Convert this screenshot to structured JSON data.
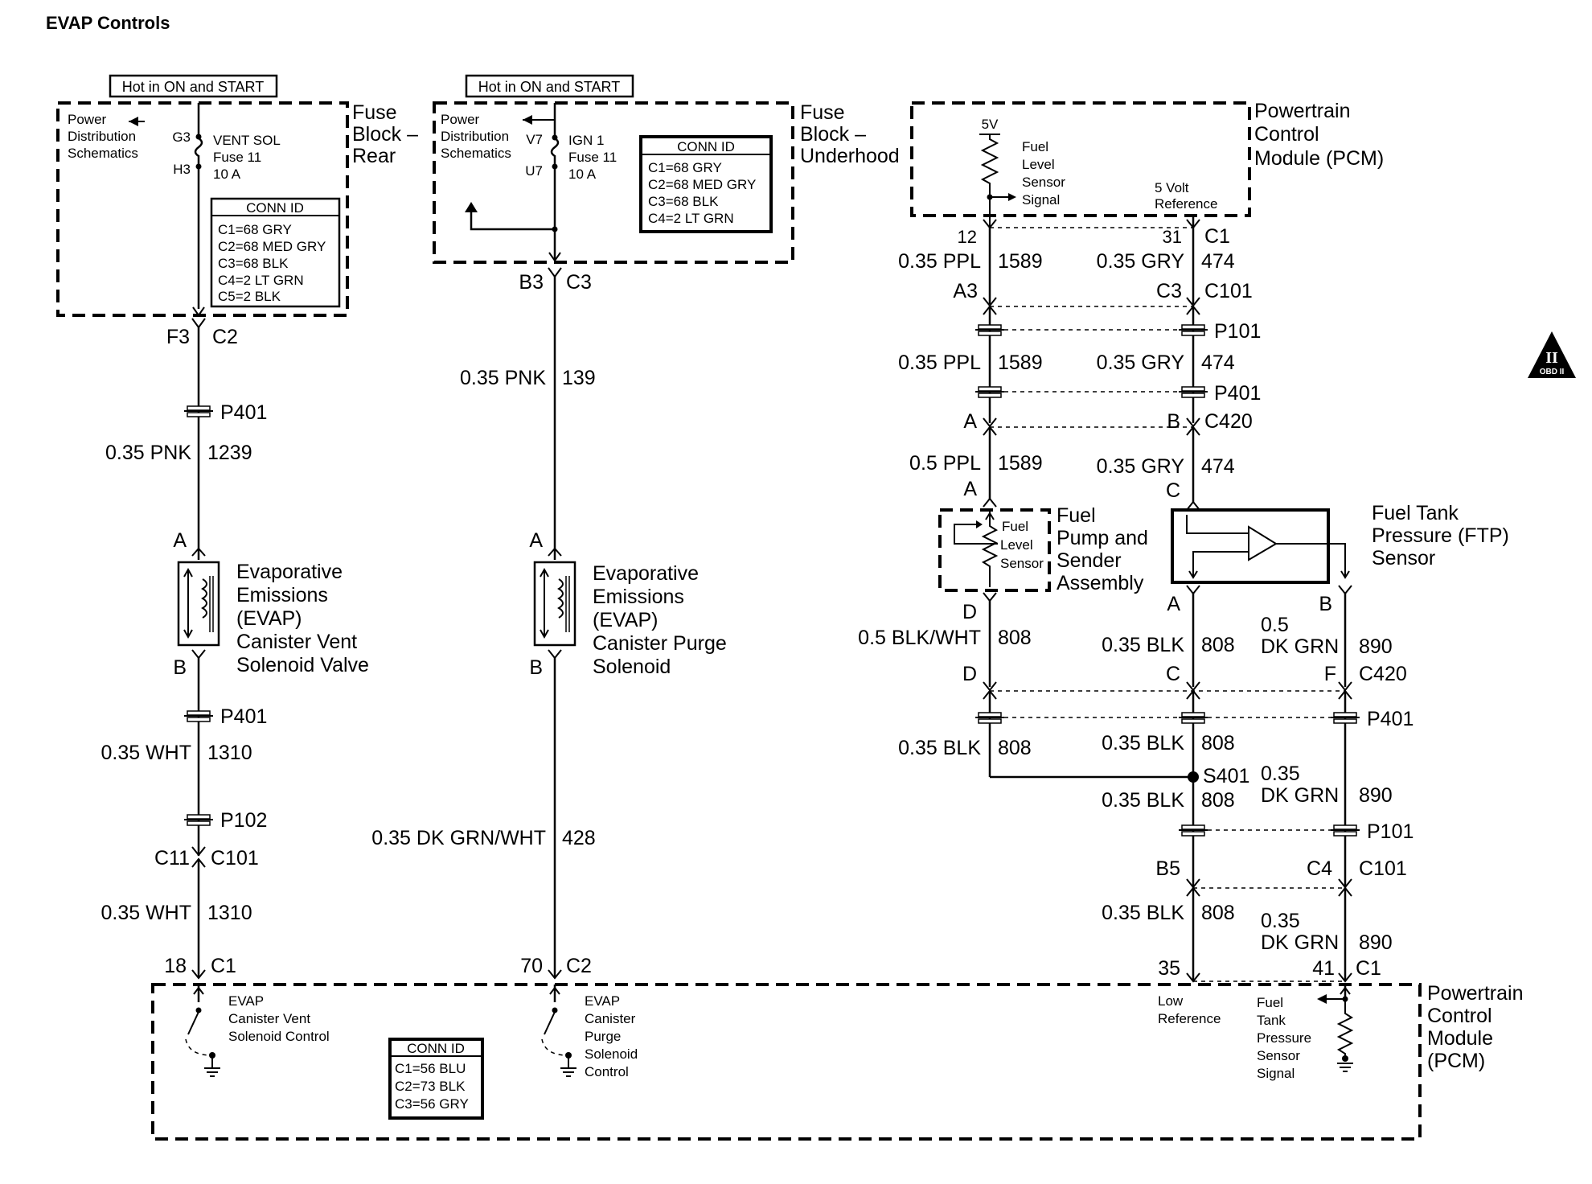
{
  "title": "EVAP Controls",
  "hot_labels": [
    "Hot in ON and START",
    "Hot in ON and START"
  ],
  "fuse_rear": {
    "name_lines": [
      "Fuse",
      "Block –",
      "Rear"
    ],
    "pds_lines": [
      "Power",
      "Distribution",
      "Schematics"
    ],
    "pin_top": "G3",
    "pin_bottom": "H3",
    "fuse_lines": [
      "VENT SOL",
      "Fuse 11",
      "10 A"
    ],
    "conn_title": "CONN ID",
    "conn_rows": [
      "C1=68 GRY",
      "C2=68 MED GRY",
      "C3=68 BLK",
      "C4=2 LT GRN",
      "C5=2 BLK"
    ],
    "out_pin": "F3",
    "out_conn": "C2"
  },
  "fuse_under": {
    "name_lines": [
      "Fuse",
      "Block –",
      "Underhood"
    ],
    "pds_lines": [
      "Power",
      "Distribution",
      "Schematics"
    ],
    "pin_top": "V7",
    "pin_bottom": "U7",
    "fuse_lines": [
      "IGN 1",
      "Fuse 11",
      "10 A"
    ],
    "conn_title": "CONN ID",
    "conn_rows": [
      "C1=68 GRY",
      "C2=68 MED GRY",
      "C3=68 BLK",
      "C4=2 LT GRN"
    ],
    "out_pin": "B3",
    "out_conn": "C3"
  },
  "pcm_top": {
    "name_lines": [
      "Powertrain",
      "Control",
      "Module (PCM)"
    ],
    "v5": "5V",
    "sensor_lines": [
      "Fuel",
      "Level",
      "Sensor",
      "Signal"
    ],
    "ref_lines": [
      "5 Volt",
      "Reference"
    ],
    "pin_left": "12",
    "pin_right": "31",
    "conn": "C1"
  },
  "vent_circuit": {
    "wire1": {
      "gauge": "0.35 PNK",
      "circuit": "1239"
    },
    "inline1": "P401",
    "pin_a": "A",
    "pin_b": "B",
    "component_lines": [
      "Evaporative",
      "Emissions",
      "(EVAP)",
      "Canister Vent",
      "Solenoid Valve"
    ],
    "inline2": "P401",
    "wire2": {
      "gauge": "0.35 WHT",
      "circuit": "1310"
    },
    "inline3": "P102",
    "c101_pin": "C11",
    "c101": "C101",
    "wire3": {
      "gauge": "0.35 WHT",
      "circuit": "1310"
    },
    "pcm_pin": "18",
    "pcm_conn": "C1"
  },
  "purge_circuit": {
    "wire1": {
      "gauge": "0.35 PNK",
      "circuit": "139"
    },
    "pin_a": "A",
    "pin_b": "B",
    "component_lines": [
      "Evaporative",
      "Emissions",
      "(EVAP)",
      "Canister Purge",
      "Solenoid"
    ],
    "wire2": {
      "gauge": "0.35 DK GRN/WHT",
      "circuit": "428"
    },
    "pcm_pin": "70",
    "pcm_conn": "C2"
  },
  "fuel_level": {
    "w1": {
      "gauge": "0.35 PPL",
      "circuit": "1589"
    },
    "c101_pin": "A3",
    "p101": "P101",
    "w2": {
      "gauge": "0.35 PPL",
      "circuit": "1589"
    },
    "p401": "P401",
    "c420_pin": "A",
    "w3": {
      "gauge": "0.5 PPL",
      "circuit": "1589"
    },
    "sensor_pin": "A",
    "sensor_lines": [
      "Fuel",
      "Level",
      "Sensor"
    ],
    "assembly_lines": [
      "Fuel",
      "Pump and",
      "Sender",
      "Assembly"
    ],
    "pin_d": "D",
    "w4": {
      "gauge": "0.5 BLK/WHT",
      "circuit": "808"
    },
    "c420_pin_d": "D",
    "w5": {
      "gauge": "0.35 BLK",
      "circuit": "808"
    }
  },
  "ftp_ref": {
    "w1": {
      "gauge": "0.35 GRY",
      "circuit": "474"
    },
    "c101_pin": "C3",
    "c101": "C101",
    "w2": {
      "gauge": "0.35 GRY",
      "circuit": "474"
    },
    "c420_pin": "B",
    "c420": "C420",
    "w3": {
      "gauge": "0.35 GRY",
      "circuit": "474"
    },
    "sensor_pin": "C"
  },
  "ftp_sensor": {
    "name_lines": [
      "Fuel Tank",
      "Pressure (FTP)",
      "Sensor"
    ],
    "pin_a": "A",
    "pin_b": "B"
  },
  "ground_chain": {
    "w1": {
      "gauge": "0.35 BLK",
      "circuit": "808"
    },
    "c420_pin": "C",
    "w2": {
      "gauge": "0.35 BLK",
      "circuit": "808"
    },
    "splice": "S401",
    "w3": {
      "gauge": "0.35 BLK",
      "circuit": "808"
    },
    "c101_pin": "B5",
    "w4": {
      "gauge": "0.35 BLK",
      "circuit": "808"
    },
    "pcm_pin": "35"
  },
  "ftp_signal": {
    "w1": {
      "gauge_lines": [
        "0.5",
        "DK GRN"
      ],
      "circuit": "890"
    },
    "c420_pin": "F",
    "c420": "C420",
    "p401": "P401",
    "w2": {
      "gauge_lines": [
        "0.35",
        "DK GRN"
      ],
      "circuit": "890"
    },
    "p101": "P101",
    "c101_pin": "C4",
    "c101": "C101",
    "w3": {
      "gauge_lines": [
        "0.35",
        "DK GRN"
      ],
      "circuit": "890"
    },
    "pcm_pin": "41",
    "pcm_conn": "C1"
  },
  "pcm_bottom": {
    "name_lines": [
      "Powertrain",
      "Control",
      "Module",
      "(PCM)"
    ],
    "vent_lines": [
      "EVAP",
      "Canister Vent",
      "Solenoid Control"
    ],
    "purge_lines": [
      "EVAP",
      "Canister",
      "Purge",
      "Solenoid",
      "Control"
    ],
    "conn_title": "CONN ID",
    "conn_rows": [
      "C1=56 BLU",
      "C2=73 BLK",
      "C3=56 GRY"
    ],
    "low_ref_lines": [
      "Low",
      "Reference"
    ],
    "ftp_lines": [
      "Fuel",
      "Tank",
      "Pressure",
      "Sensor",
      "Signal"
    ]
  },
  "obd_badge": {
    "roman": "II",
    "label": "OBD II"
  }
}
